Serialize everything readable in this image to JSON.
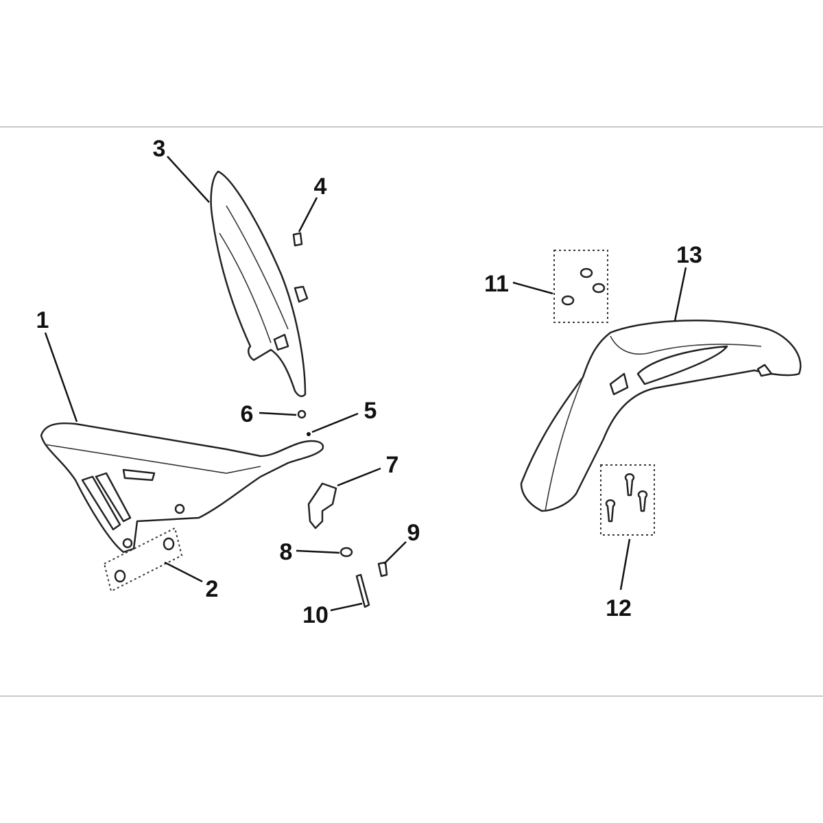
{
  "diagram": {
    "type": "exploded-parts-diagram",
    "callouts": [
      "1",
      "2",
      "3",
      "4",
      "5",
      "6",
      "7",
      "8",
      "9",
      "10",
      "11",
      "12",
      "13"
    ]
  }
}
